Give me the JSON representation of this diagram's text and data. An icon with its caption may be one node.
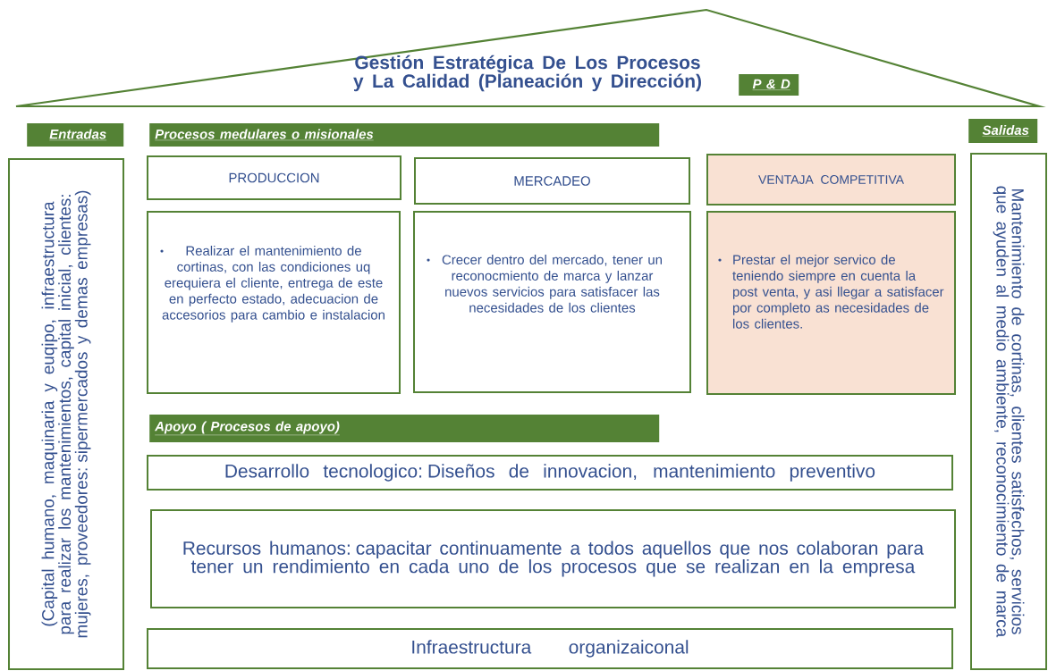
{
  "diagram": {
    "nodes": [
      {
        "text": [
          "Gestión Estratégica De Los Procesos y La Calidad (Planeación y Dirección)"
        ]
      },
      {
        "text": [
          "P & D"
        ],
        "in": 0
      },
      {
        "text": [
          "Entradas"
        ]
      },
      {
        "text": [
          "Procesos medulares o misionales"
        ]
      },
      {
        "text": [
          "Salidas"
        ]
      },
      {
        "text": [
          "(Capital humano, maquinaria y euqipo, infraestructura para realizar los mantenimientos, capital inicial, clientes: mujeres, proveedores: sipermercados y demas empresas)"
        ]
      },
      {
        "text": [
          "PRODUCCION"
        ]
      },
      {
        "text": [
          "MERCADEO"
        ]
      },
      {
        "text": [
          "VENTAJA COMPETITIVA"
        ]
      },
      {
        "text": [
          "Mantenimiento de cortinas, clientes satisfechos, servicios que ayuden al medio ambiente, reconocimiento de marca"
        ]
      },
      {
        "text": [
          "Realizar el mantenimiento de cortinas, con las condiciones uq erequiera el cliente, entrega de este en perfecto estado, adecuacion de accesorios para cambio e instalacion"
        ]
      },
      {
        "text": [
          "Crecer dentro del mercado, tener un reconocmiento de marca  y lanzar nuevos servicios para satisfacer las necesidades de los clientes"
        ]
      },
      {
        "text": [
          "Prestar el mejor servico de teniendo siempre en cuenta la post venta, y asi llegar a satisfacer por completo as necesidades de los clientes."
        ]
      },
      {
        "text": [
          "Apoyo ( Procesos de apoyo)"
        ]
      },
      {
        "text": [
          "Desarrollo tecnologico: Diseños de innovacion, mantenimiento preventivo"
        ]
      },
      {
        "text": [
          "Recursos humanos: capacitar continuamente a todos aquellos que nos colaboran para tener un rendimiento en cada uno de los procesos que se realizan en la empresa"
        ]
      },
      {
        "text": [
          "Infraestructura organizaiconal"
        ]
      }
    ],
    "edges": []
  }
}
